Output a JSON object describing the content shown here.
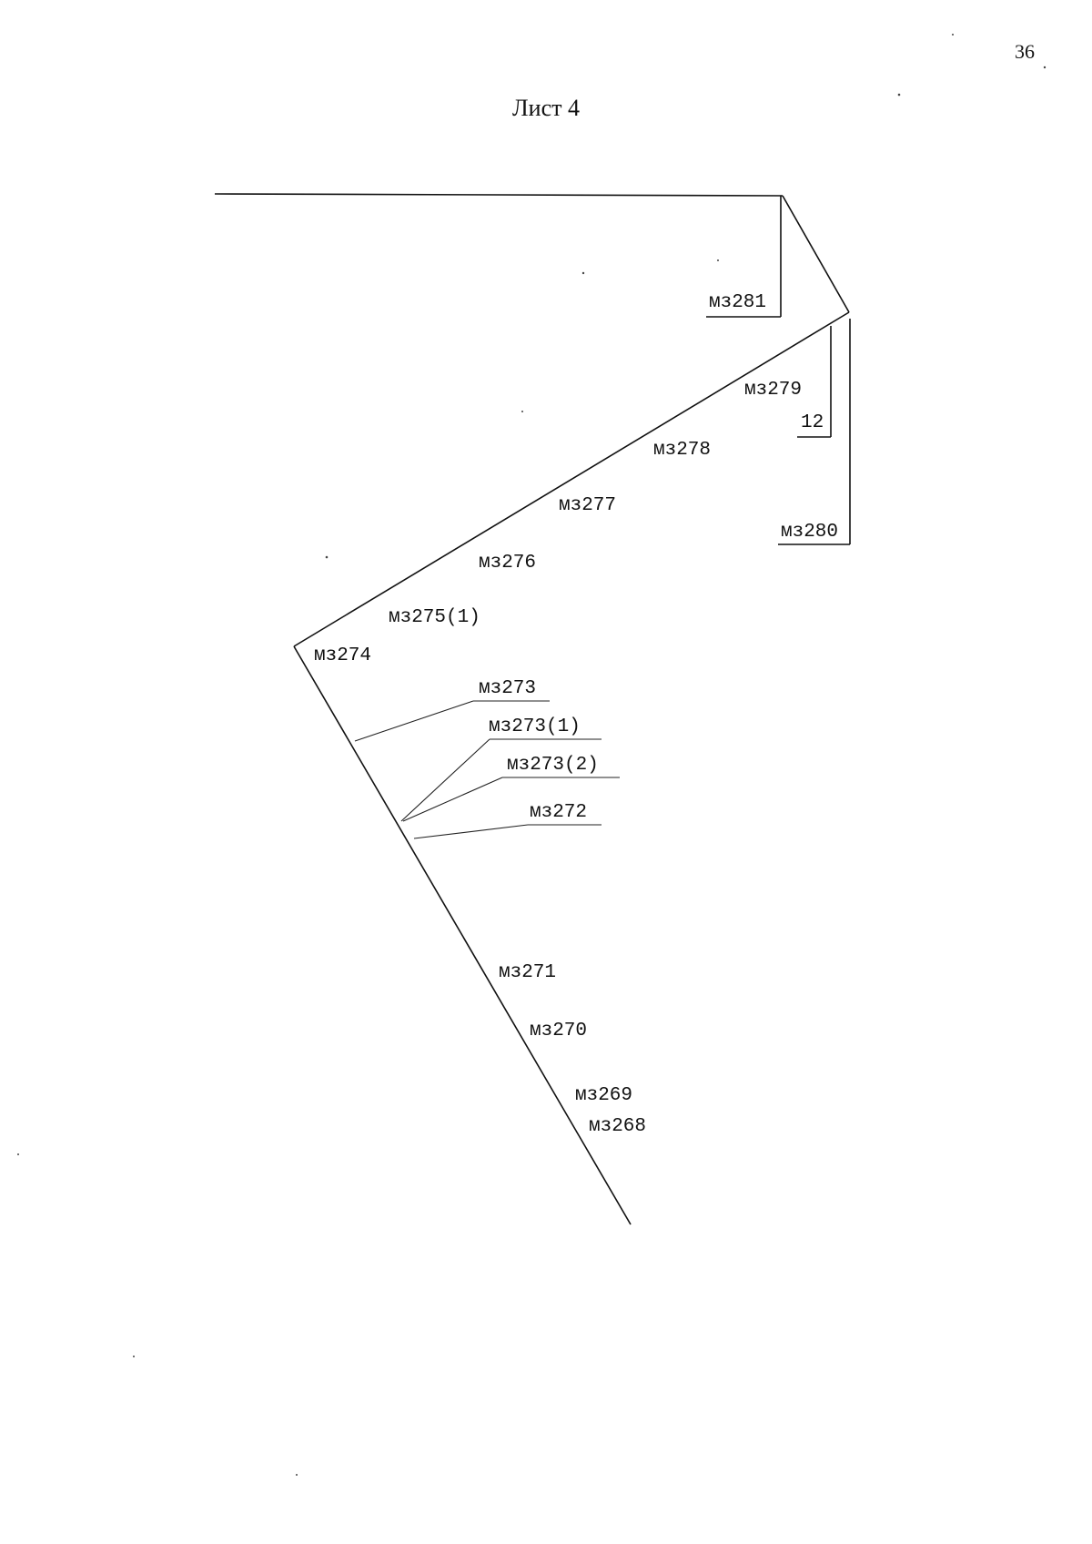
{
  "page_number": "36",
  "sheet_title": "Лист 4",
  "labels": {
    "ms281": "мз281",
    "ms279": "мз279",
    "n12": "12",
    "ms278": "мз278",
    "ms277": "мз277",
    "ms280": "мз280",
    "ms276": "мз276",
    "ms275_1": "мз275(1)",
    "ms274": "мз274",
    "ms273": "мз273",
    "ms273_1": "мз273(1)",
    "ms273_2": "мз273(2)",
    "ms272": "мз272",
    "ms271": "мз271",
    "ms270": "мз270",
    "ms269": "мз269",
    "ms268": "мз268"
  }
}
